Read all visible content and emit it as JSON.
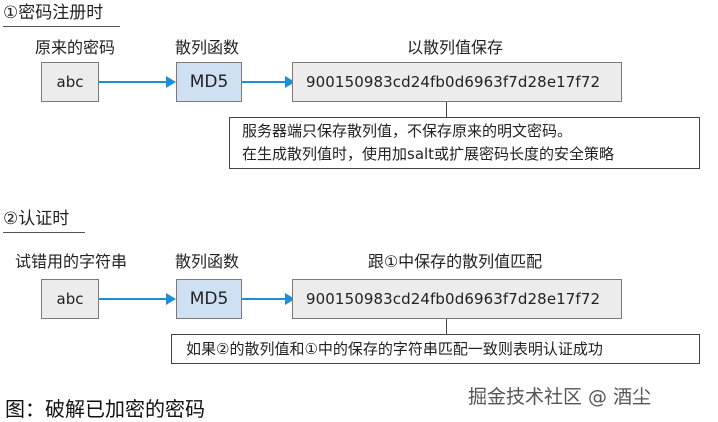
{
  "section1": {
    "title": "①密码注册时",
    "label_input": "原来的密码",
    "label_hash_fn": "散列函数",
    "label_store": "以散列值保存",
    "input_value": "abc",
    "hash_fn": "MD5",
    "hash_value": "900150983cd24fb0d6963f7d28e17f72",
    "note_line1": "服务器端只保存散列值，不保存原来的明文密码。",
    "note_line2": "在生成散列值时，使用加salt或扩展密码长度的安全策略"
  },
  "section2": {
    "title": "②认证时",
    "label_input": "试错用的字符串",
    "label_hash_fn": "散列函数",
    "label_store": "跟①中保存的散列值匹配",
    "input_value": "abc",
    "hash_fn": "MD5",
    "hash_value": "900150983cd24fb0d6963f7d28e17f72",
    "note": "如果②的散列值和①中的保存的字符串匹配一致则表明认证成功"
  },
  "caption": "图：破解已加密的密码",
  "watermark": "掘金技术社区 @ 酒尘",
  "colors": {
    "arrow": "#1f8fd3",
    "md5_box": "#cfe0f2",
    "box": "#ececec"
  }
}
